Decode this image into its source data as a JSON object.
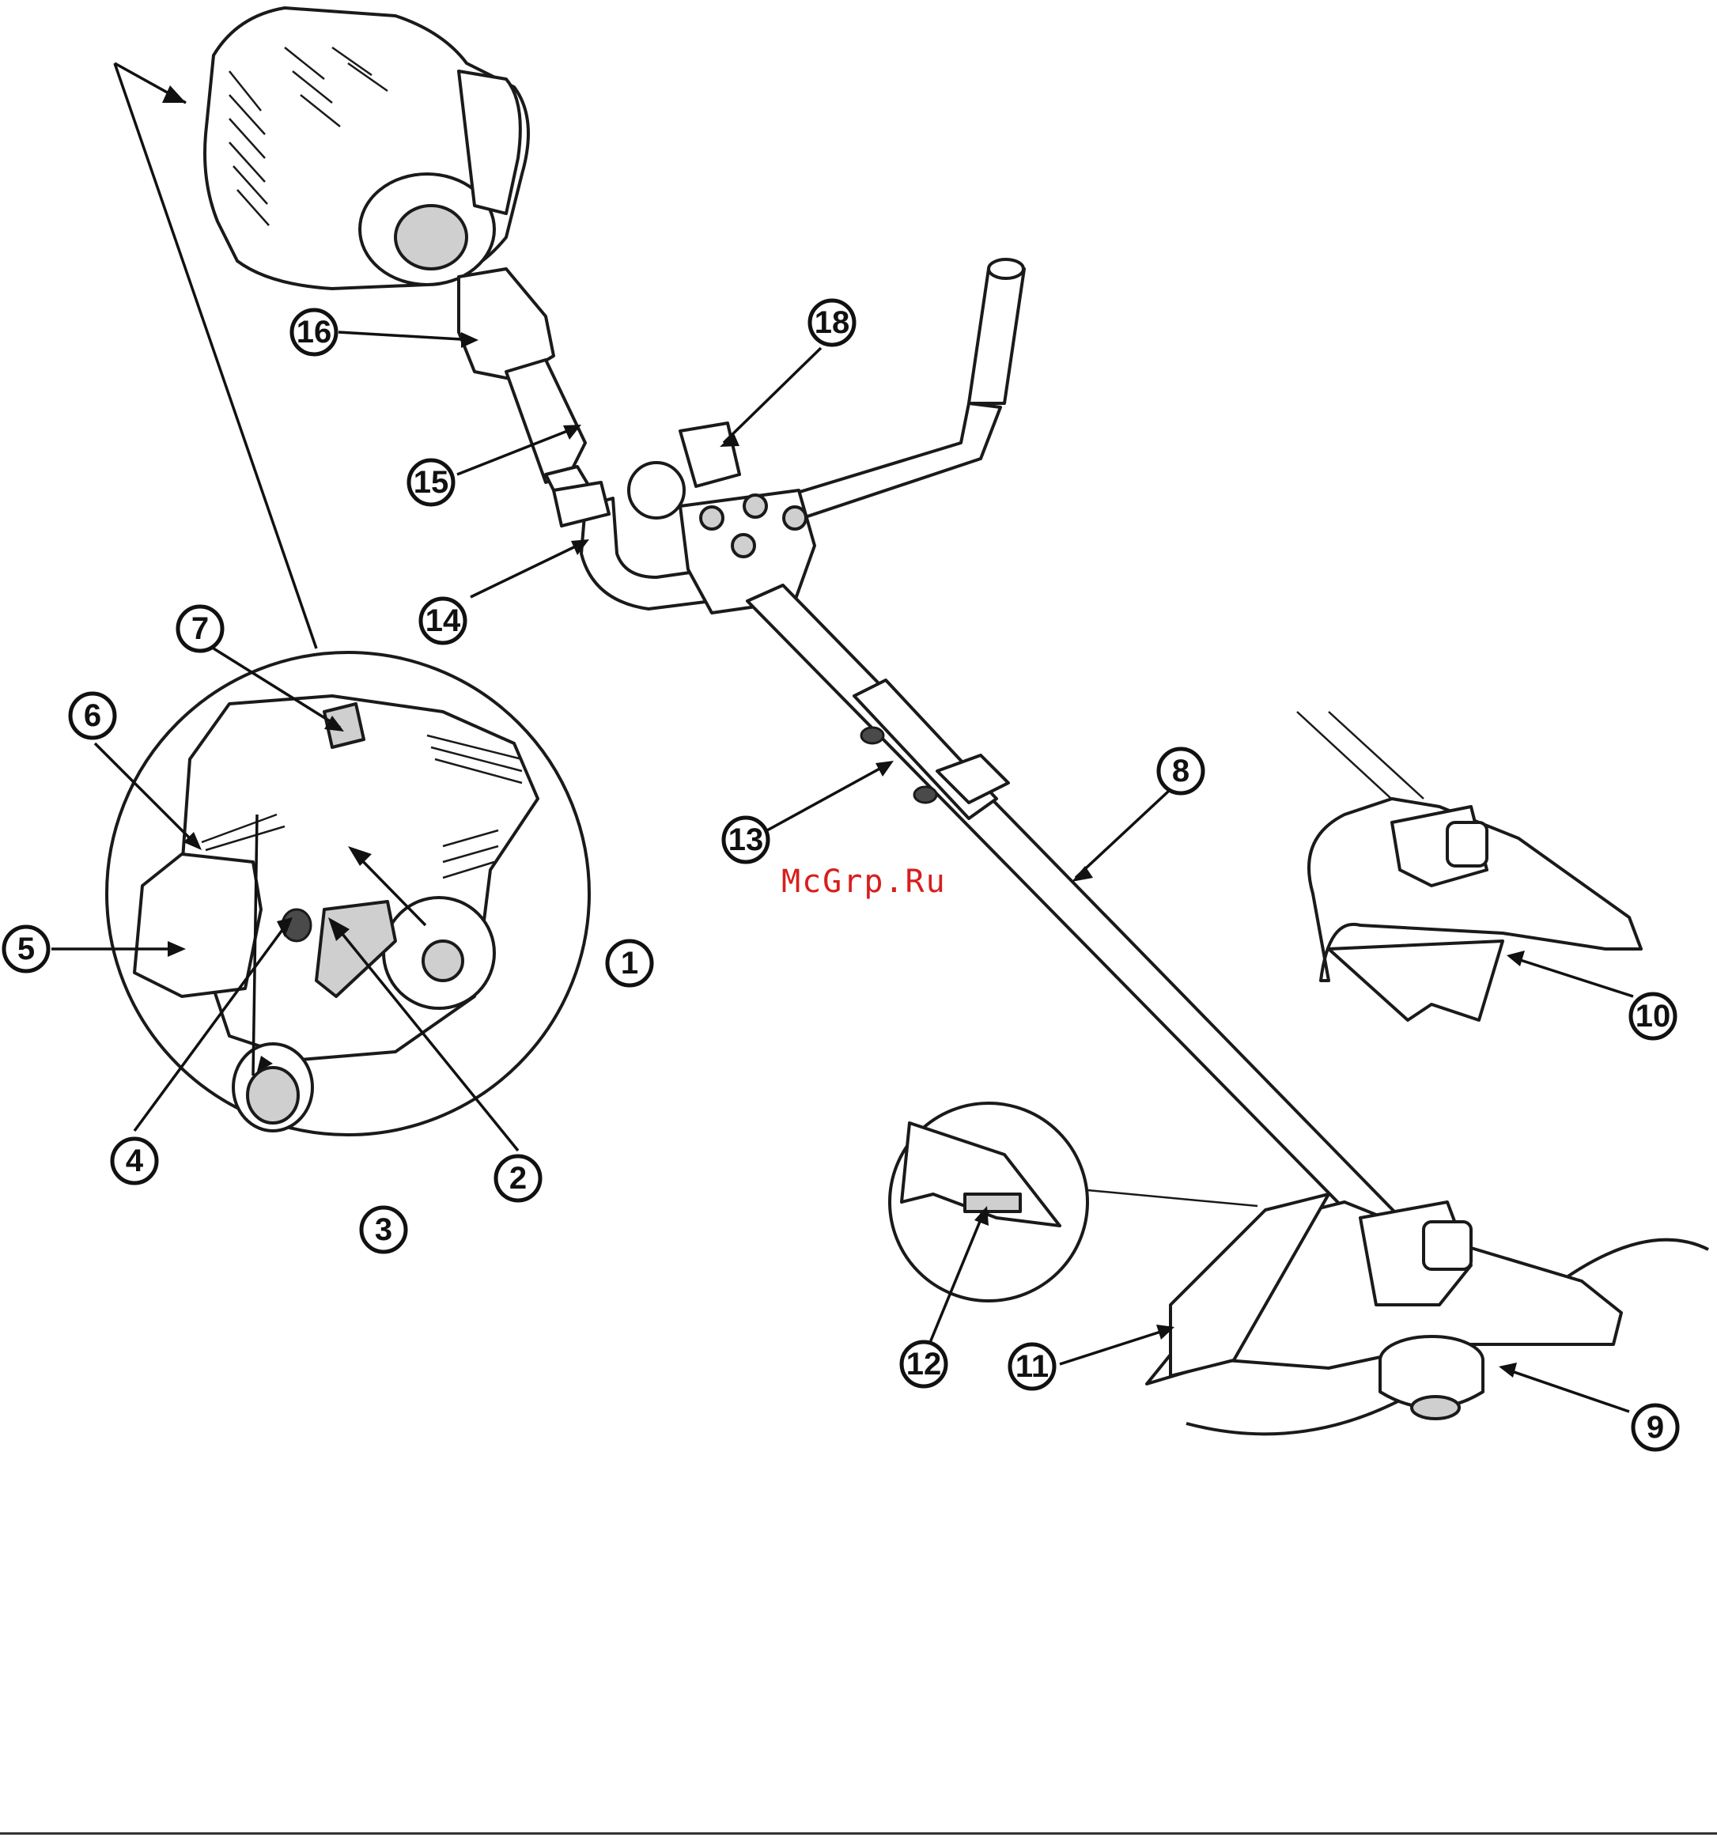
{
  "watermark": "McGrp.Ru",
  "callouts": [
    {
      "id": "1",
      "label": "1"
    },
    {
      "id": "2",
      "label": "2"
    },
    {
      "id": "3",
      "label": "3"
    },
    {
      "id": "4",
      "label": "4"
    },
    {
      "id": "5",
      "label": "5"
    },
    {
      "id": "6",
      "label": "6"
    },
    {
      "id": "7",
      "label": "7"
    },
    {
      "id": "8",
      "label": "8"
    },
    {
      "id": "9",
      "label": "9"
    },
    {
      "id": "10",
      "label": "10"
    },
    {
      "id": "11",
      "label": "11"
    },
    {
      "id": "12",
      "label": "12"
    },
    {
      "id": "13",
      "label": "13"
    },
    {
      "id": "14",
      "label": "14"
    },
    {
      "id": "15",
      "label": "15"
    },
    {
      "id": "16",
      "label": "16"
    },
    {
      "id": "18",
      "label": "18"
    }
  ],
  "parts": {
    "engine": "engine-unit",
    "drive_shaft": "drive-shaft-tube",
    "handle": "bicycle-handle",
    "cutting_head": "trimmer-head",
    "blade_guard": "blade-guard",
    "detail_magnifier": "engine-detail"
  }
}
